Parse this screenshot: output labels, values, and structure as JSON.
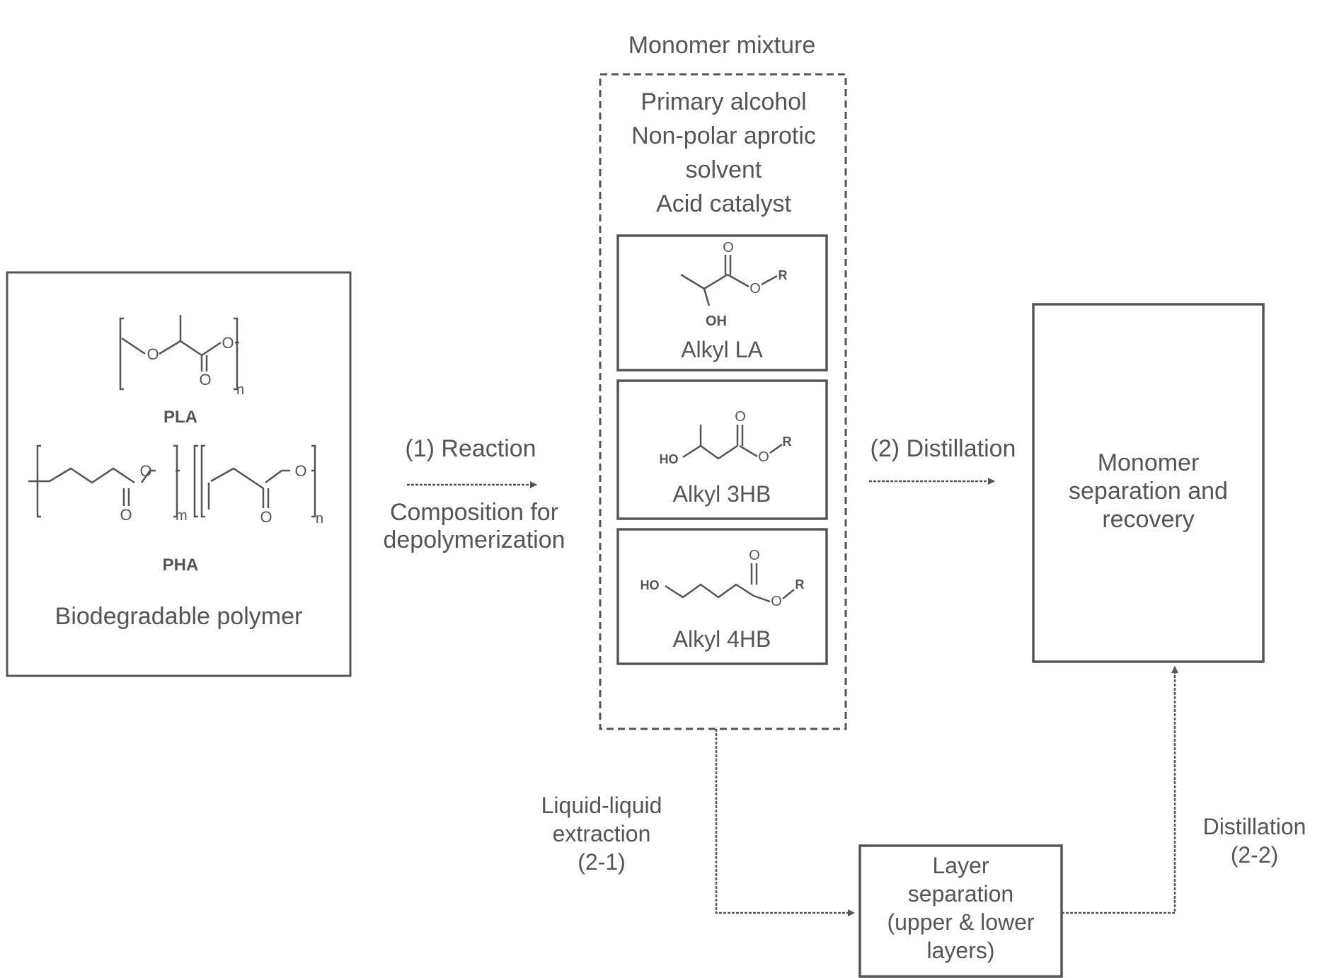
{
  "colors": {
    "stroke": "#555555",
    "text": "#555555",
    "background": "#ffffff"
  },
  "polymer_box": {
    "pla_label": "PLA",
    "pha_label": "PHA",
    "caption": "Biodegradable polymer",
    "pla_repeat_sub": "n",
    "pha_repeat_sub_1": "m",
    "pha_repeat_sub_2": "n"
  },
  "step1": {
    "label": "(1) Reaction",
    "sublabel_line1": "Composition for",
    "sublabel_line2": "depolymerization"
  },
  "monomer_mixture": {
    "title": "Monomer mixture",
    "items": [
      "Primary alcohol",
      "Non-polar aprotic",
      "solvent",
      "Acid catalyst"
    ],
    "products": [
      {
        "name": "Alkyl LA",
        "oh": "OH",
        "r": "R"
      },
      {
        "name": "Alkyl 3HB",
        "ho": "HO",
        "r": "R"
      },
      {
        "name": "Alkyl 4HB",
        "ho": "HO",
        "r": "R"
      }
    ]
  },
  "step2": {
    "label": "(2) Distillation"
  },
  "recovery_box": {
    "lines": [
      "Monomer",
      "separation and",
      "recovery"
    ]
  },
  "extraction": {
    "lines": [
      "Liquid-liquid",
      "extraction",
      "(2-1)"
    ]
  },
  "layer_box": {
    "lines": [
      "Layer",
      "separation",
      "(upper & lower",
      "layers)"
    ]
  },
  "distillation_22": {
    "lines": [
      "Distillation",
      "(2-2)"
    ]
  },
  "atoms": {
    "O": "O"
  }
}
